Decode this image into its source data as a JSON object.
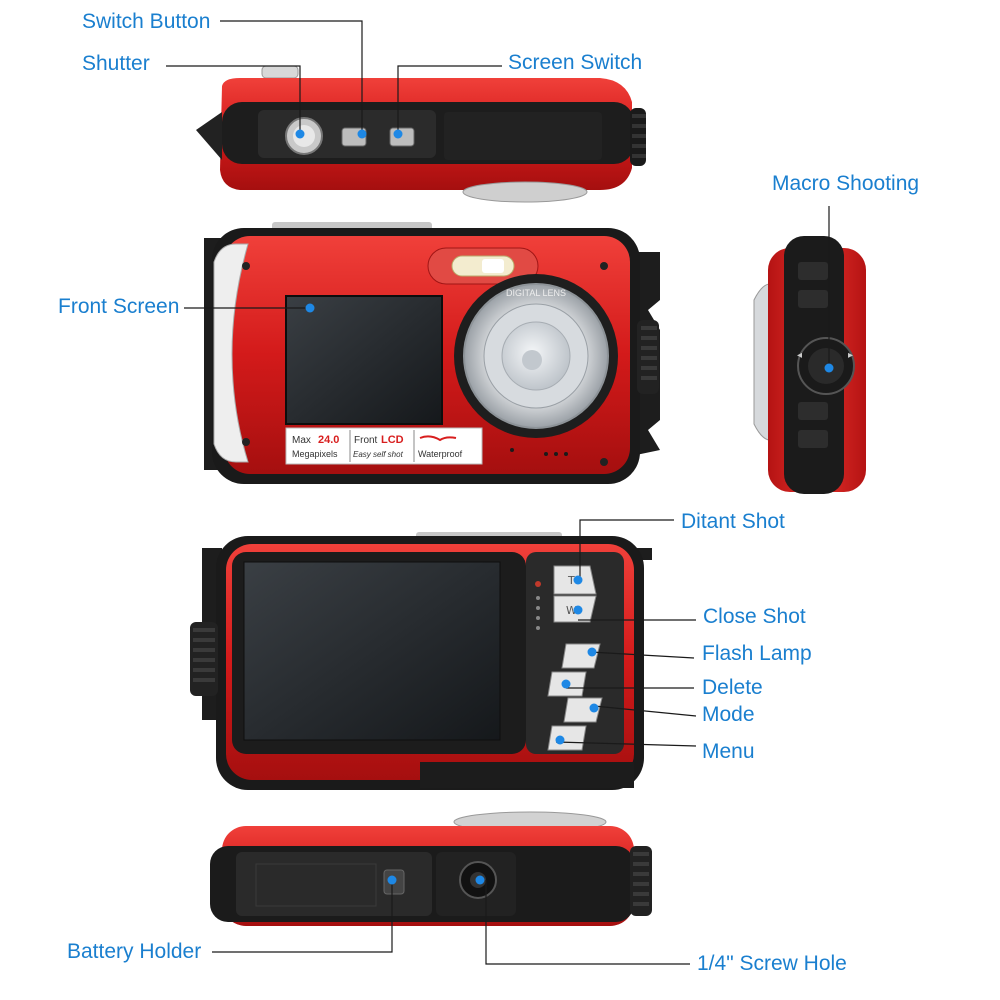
{
  "labels": {
    "switch_button": "Switch Button",
    "shutter": "Shutter",
    "screen_switch": "Screen Switch",
    "front_screen": "Front Screen",
    "macro_shooting": "Macro Shooting",
    "distant_shot": "Ditant Shot",
    "close_shot": "Close Shot",
    "flash_lamp": "Flash Lamp",
    "delete": "Delete",
    "mode": "Mode",
    "menu": "Menu",
    "battery_holder": "Battery Holder",
    "screw_hole": "1/4\" Screw Hole"
  },
  "front_badge": {
    "max": "Max",
    "megapixel_value": "24.0",
    "megapixels": "Megapixels",
    "front": "Front",
    "lcd": "LCD",
    "self_shot": "Easy self shot",
    "waterproof": "Waterproof"
  },
  "lens_ring_text": "DIGITAL LENS",
  "colors": {
    "body_red": "#d81e1e",
    "dark": "#1b1b1b",
    "leader_line": "#1a1a1a",
    "label_blue": "#1a7fcf",
    "marker_blue": "#1e88e5"
  }
}
